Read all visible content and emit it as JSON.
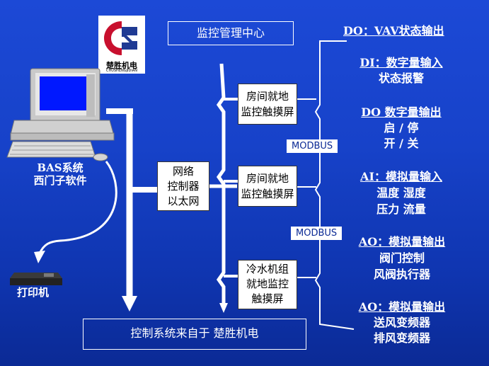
{
  "logo": {
    "brand_cn": "楚胜机电",
    "brand_en": "CHUSHENGJIDIAN"
  },
  "pc": {
    "label_line1": "BAS系统",
    "label_line2": "西门子软件"
  },
  "printer": {
    "label": "打印机"
  },
  "monitor_center": {
    "label": "监控管理中心"
  },
  "network_controller": {
    "line1": "网络",
    "line2": "控制器",
    "line3": "以太网"
  },
  "touchscreens": [
    {
      "line1": "房间就地",
      "line2": "监控触摸屏"
    },
    {
      "line1": "房间就地",
      "line2": "监控触摸屏"
    },
    {
      "line1": "冷水机组",
      "line2": "就地监控",
      "line3": "触摸屏"
    }
  ],
  "modbus": [
    "MODBUS",
    "MODBUS"
  ],
  "signals": [
    {
      "title": "DO：VAV状态输出",
      "lines": []
    },
    {
      "title": "DI：数字量输入",
      "lines": [
        "状态报警"
      ]
    },
    {
      "title": "DO 数字量输出",
      "lines": [
        "启 / 停",
        "开 / 关"
      ]
    },
    {
      "title": "AI：模拟量输入",
      "lines": [
        "温度 湿度",
        "压力 流量"
      ]
    },
    {
      "title": "AO：模拟量输出",
      "lines": [
        "阀门控制",
        "风阀执行器"
      ]
    },
    {
      "title": "AO：模拟量输出",
      "lines": [
        "送风变频器",
        "排风变频器"
      ]
    }
  ],
  "footer": {
    "label": "控制系统来自于 楚胜机电"
  },
  "colors": {
    "background": "#1742c9",
    "logo_red": "#c8102e",
    "logo_blue": "#1f3a93"
  }
}
